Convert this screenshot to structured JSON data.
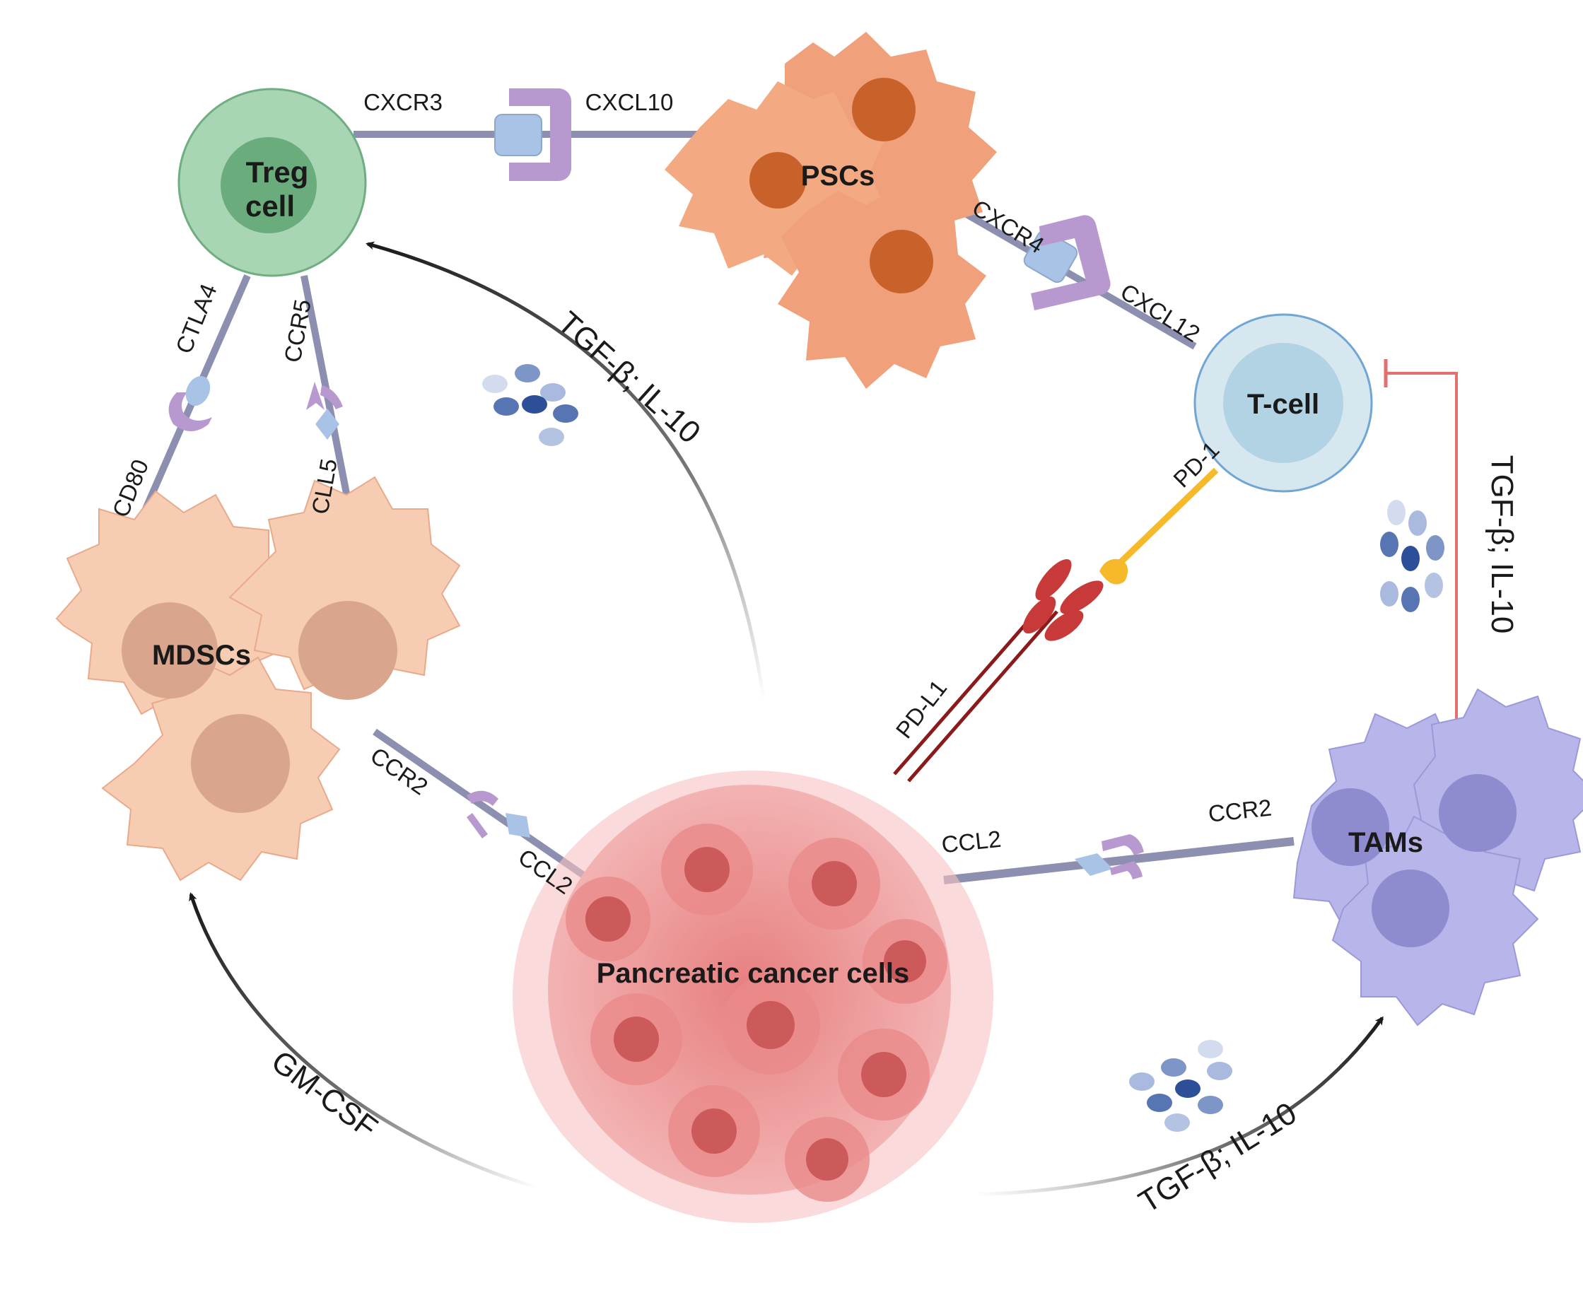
{
  "cells": {
    "treg_line1": "Treg",
    "treg_line2": "cell",
    "pscs": "PSCs",
    "tcell": "T-cell",
    "mdscs": "MDSCs",
    "tams": "TAMs",
    "cancer": "Pancreatic cancer cells"
  },
  "receptors": {
    "cxcr3": "CXCR3",
    "cxcl10": "CXCL10",
    "cxcr4": "CXCR4",
    "cxcl12": "CXCL12",
    "ctla4": "CTLA4",
    "ccr5": "CCR5",
    "cd80": "CD80",
    "cll5": "CLL5",
    "pd1": "PD-1",
    "pdl1": "PD-L1",
    "ccr2_left": "CCR2",
    "ccl2_left": "CCL2",
    "ccl2_right": "CCL2",
    "ccr2_right": "CCR2"
  },
  "signals": {
    "tgf_treg": "TGF-β; IL-10",
    "tgf_tcell": "TGF-β; IL-10",
    "tgf_tams": "TGF-β; IL-10",
    "gmcsf": "GM-CSF"
  },
  "colors": {
    "treg": "#a8d5b4",
    "treg_nucleus": "#6aac7c",
    "pscs": "#f0a07a",
    "pscs_nucleus": "#c8622a",
    "tcell": "#d6e7f0",
    "tcell_nucleus": "#b2d3e3",
    "mdsc": "#f6cdb2",
    "mdsc_nucleus": "#d9a58c",
    "tam": "#b7b5ea",
    "tam_nucleus": "#8e8bcf",
    "cancer": "#ee8e8e",
    "cancer_nucleus": "#cc5a5a",
    "link": "#8c8fb0",
    "receptor_purple": "#b899cf",
    "ligand_blue": "#a9c3e6",
    "pd1_orange": "#f5b92a",
    "pdl1_red": "#c83a3a",
    "inhibit": "#e36f6f"
  }
}
